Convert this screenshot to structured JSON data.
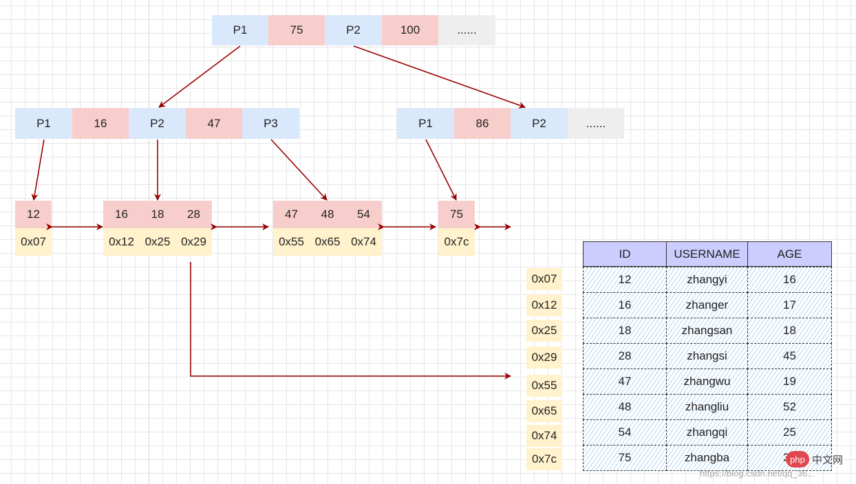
{
  "root": [
    "P1",
    "75",
    "P2",
    "100",
    "......"
  ],
  "level2_left": [
    "P1",
    "16",
    "P2",
    "47",
    "P3"
  ],
  "level2_right": [
    "P1",
    "86",
    "P2",
    "......"
  ],
  "leaves": [
    {
      "keys": [
        "12"
      ],
      "addrs": [
        "0x07"
      ]
    },
    {
      "keys": [
        "16",
        "18",
        "28"
      ],
      "addrs": [
        "0x12",
        "0x25",
        "0x29"
      ]
    },
    {
      "keys": [
        "47",
        "48",
        "54"
      ],
      "addrs": [
        "0x55",
        "0x65",
        "0x74"
      ]
    },
    {
      "keys": [
        "75"
      ],
      "addrs": [
        "0x7c"
      ]
    }
  ],
  "table": {
    "headers": [
      "ID",
      "USERNAME",
      "AGE"
    ],
    "rows": [
      [
        "12",
        "zhangyi",
        "16"
      ],
      [
        "16",
        "zhanger",
        "17"
      ],
      [
        "18",
        "zhangsan",
        "18"
      ],
      [
        "28",
        "zhangsi",
        "45"
      ],
      [
        "47",
        "zhangwu",
        "19"
      ],
      [
        "48",
        "zhangliu",
        "52"
      ],
      [
        "54",
        "zhangqi",
        "25"
      ],
      [
        "75",
        "zhangba",
        "34"
      ]
    ],
    "row_addresses": [
      "0x07",
      "0x12",
      "0x25",
      "0x29",
      "0x55",
      "0x65",
      "0x74",
      "0x7c"
    ]
  },
  "watermark": {
    "logo": "php",
    "site": "中文网",
    "url": "https://blog.csdn.net/qq_36..."
  },
  "colors": {
    "pointer": "#dae8fc",
    "key": "#f8cecc",
    "ellipsis": "#eeeeee",
    "address": "#fff2cc",
    "table_header": "#ccccff",
    "arrow": "#990000"
  }
}
